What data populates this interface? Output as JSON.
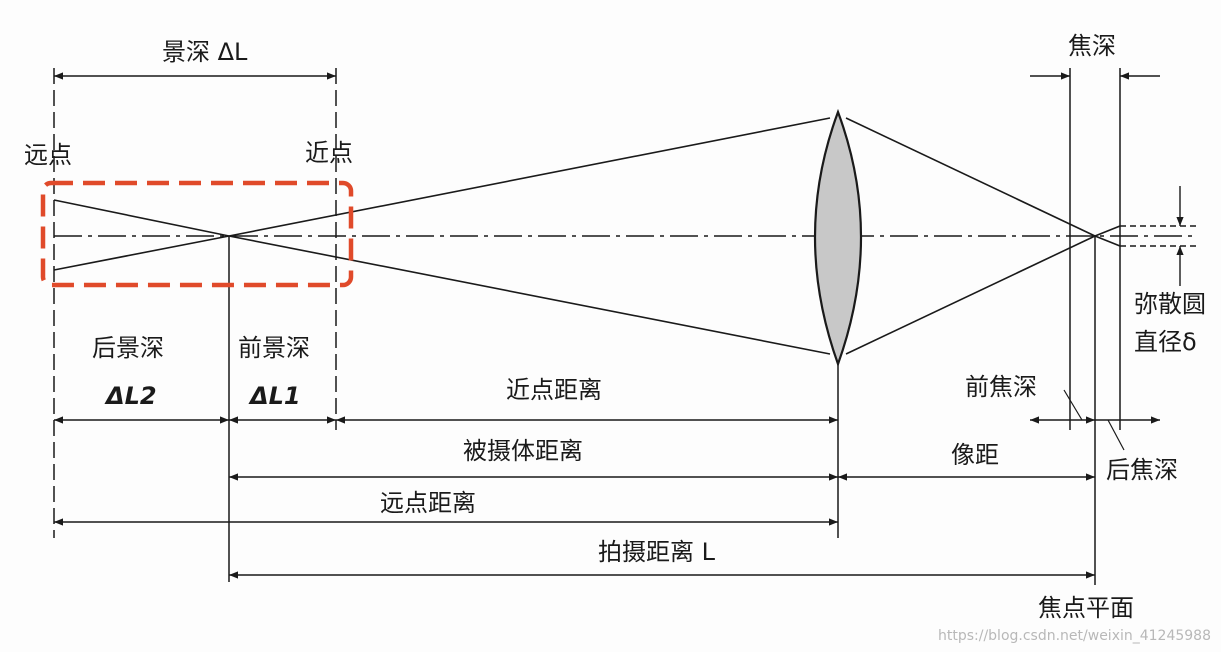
{
  "labels": {
    "depth_of_field": "景深 ΔL",
    "far_point": "远点",
    "near_point": "近点",
    "focal_depth": "焦深",
    "rear_dof": "后景深",
    "front_dof": "前景深",
    "delta_l2": "ΔL2",
    "delta_l1": "ΔL1",
    "near_point_distance": "近点距离",
    "subject_distance": "被摄体距离",
    "far_point_distance": "远点距离",
    "shooting_distance": "拍摄距离 L",
    "image_distance": "像距",
    "front_focal_depth": "前焦深",
    "rear_focal_depth": "后焦深",
    "coc_line1": "弥散圆",
    "coc_line2": "直径δ",
    "focal_plane": "焦点平面"
  },
  "colors": {
    "line": "#1a1a1a",
    "lens_fill": "#c8c8c8",
    "highlight_box": "#e04a2a"
  },
  "watermark": "https://blog.csdn.net/weixin_41245988"
}
